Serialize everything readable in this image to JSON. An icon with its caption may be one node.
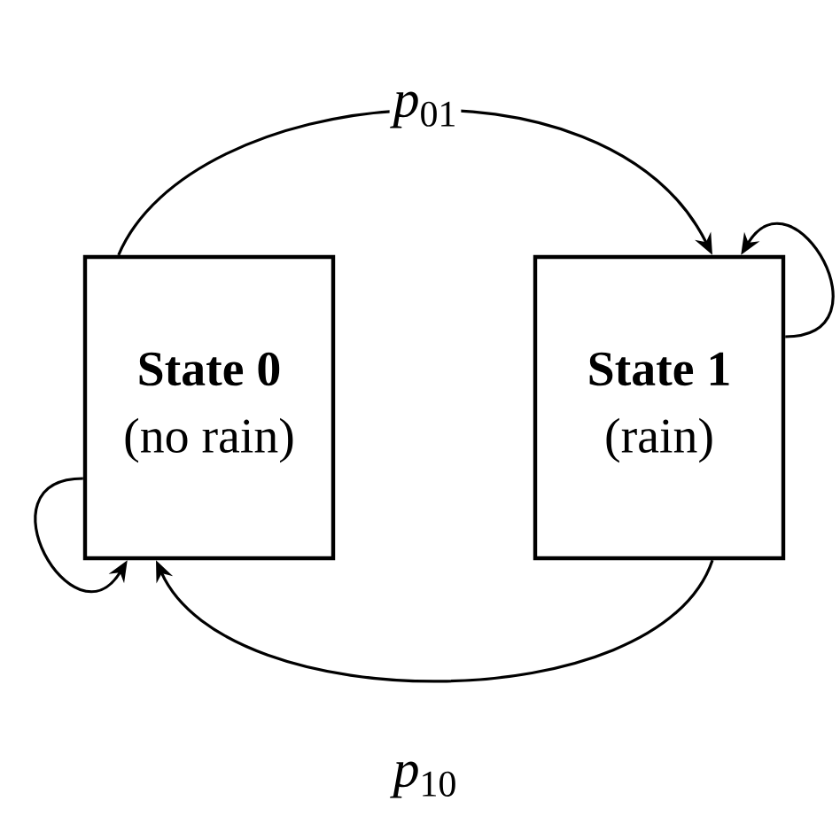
{
  "diagram": {
    "nodes": [
      {
        "text": [
          "State 0",
          "(no rain)"
        ]
      },
      {
        "text": [
          "State 1",
          "(rain)"
        ]
      }
    ],
    "edges": [
      {
        "from": 0,
        "to": 1,
        "arrow": "to",
        "label": "*p*$_{01}$"
      },
      {
        "from": 1,
        "to": 0,
        "arrow": "to",
        "label": "*p*$_{10}$"
      },
      {
        "from": 0,
        "to": 0,
        "arrow": "to"
      },
      {
        "from": 1,
        "to": 1,
        "arrow": "to"
      }
    ]
  }
}
